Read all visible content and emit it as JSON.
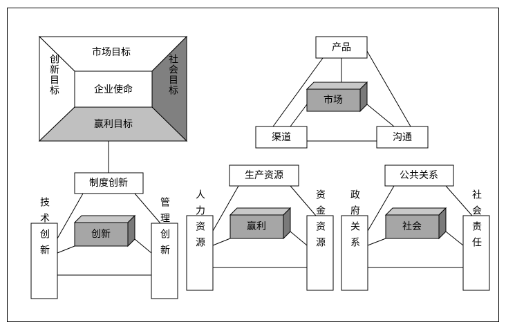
{
  "mission": {
    "center": "企业使命",
    "top": "市场目标",
    "left": "创新目标",
    "right": "社会目标",
    "bottom": "赢利目标"
  },
  "market_triangle": {
    "top": "产品",
    "cube": "市场",
    "left": "渠道",
    "right": "沟通"
  },
  "innovation_triangle": {
    "top": "制度创新",
    "cube": "创新",
    "left": "技术创新",
    "right": "管理创新"
  },
  "profit_triangle": {
    "top": "生产资源",
    "cube": "赢利",
    "left": "人力资源",
    "right": "资金资源"
  },
  "society_triangle": {
    "top": "公共关系",
    "cube": "社会",
    "left": "政府关系",
    "right": "社会责任"
  },
  "colors": {
    "cube_front": "#a6a6a6",
    "right_panel": "#808080",
    "bottom_panel": "#c0c0c0"
  }
}
